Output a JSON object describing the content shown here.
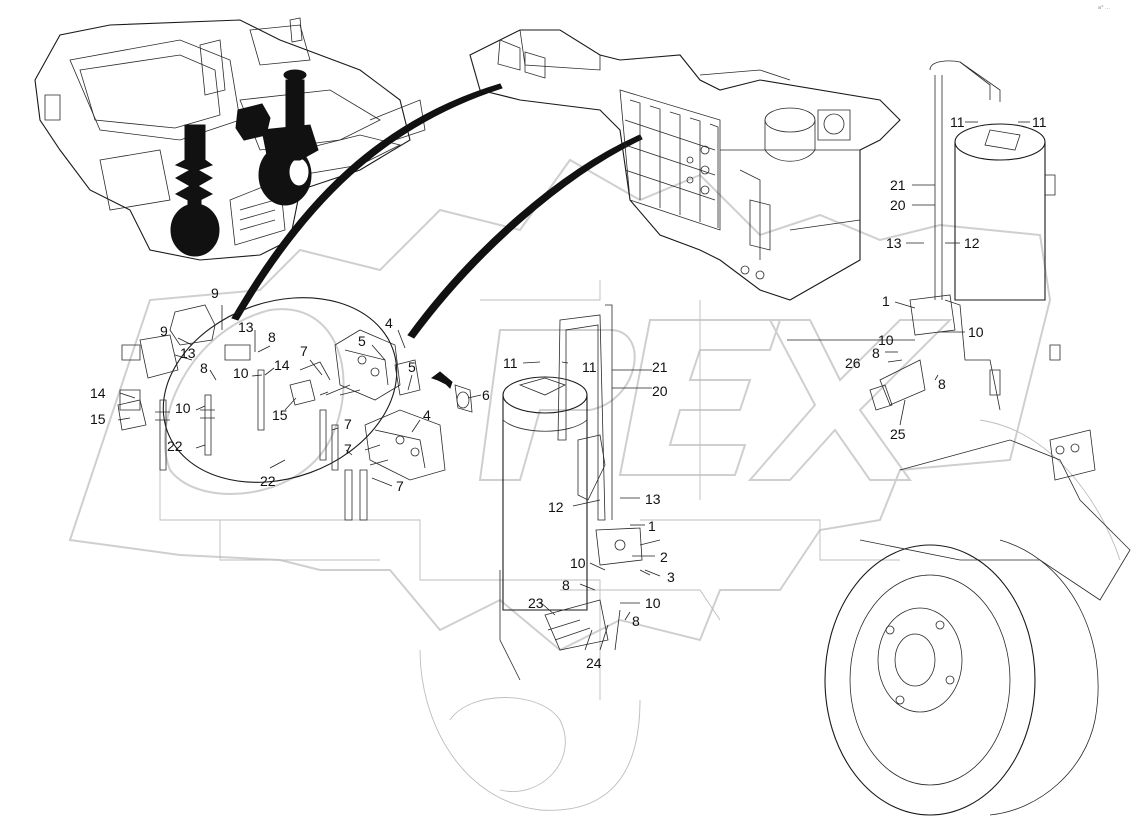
{
  "diagram": {
    "corner_mark": "a° ...",
    "watermark_text": "OPEX",
    "callouts": [
      {
        "id": "c9a",
        "text": "9"
      },
      {
        "id": "c9b",
        "text": "9"
      },
      {
        "id": "c13a",
        "text": "13"
      },
      {
        "id": "c13b",
        "text": "13"
      },
      {
        "id": "c8a",
        "text": "8"
      },
      {
        "id": "c8b",
        "text": "8"
      },
      {
        "id": "c14a",
        "text": "14"
      },
      {
        "id": "c14b",
        "text": "14"
      },
      {
        "id": "c10a",
        "text": "10"
      },
      {
        "id": "c10b",
        "text": "10"
      },
      {
        "id": "c15a",
        "text": "15"
      },
      {
        "id": "c15b",
        "text": "15"
      },
      {
        "id": "c22a",
        "text": "22"
      },
      {
        "id": "c22b",
        "text": "22"
      },
      {
        "id": "c7a",
        "text": "7"
      },
      {
        "id": "c7b",
        "text": "7"
      },
      {
        "id": "c7c",
        "text": "7"
      },
      {
        "id": "c7d",
        "text": "7"
      },
      {
        "id": "c5a",
        "text": "5"
      },
      {
        "id": "c5b",
        "text": "5"
      },
      {
        "id": "c4a",
        "text": "4"
      },
      {
        "id": "c4b",
        "text": "4"
      },
      {
        "id": "c6",
        "text": "6"
      },
      {
        "id": "c11a",
        "text": "11"
      },
      {
        "id": "c11b",
        "text": "11"
      },
      {
        "id": "c21a",
        "text": "21"
      },
      {
        "id": "c20a",
        "text": "20"
      },
      {
        "id": "c12a",
        "text": "12"
      },
      {
        "id": "c13c",
        "text": "13"
      },
      {
        "id": "c1a",
        "text": "1"
      },
      {
        "id": "c2",
        "text": "2"
      },
      {
        "id": "c3",
        "text": "3"
      },
      {
        "id": "c10c",
        "text": "10"
      },
      {
        "id": "c8c",
        "text": "8"
      },
      {
        "id": "c10d",
        "text": "10"
      },
      {
        "id": "c8d",
        "text": "8"
      },
      {
        "id": "c23",
        "text": "23"
      },
      {
        "id": "c24",
        "text": "24"
      },
      {
        "id": "c11c",
        "text": "11"
      },
      {
        "id": "c11d",
        "text": "11"
      },
      {
        "id": "c21b",
        "text": "21"
      },
      {
        "id": "c20b",
        "text": "20"
      },
      {
        "id": "c13d",
        "text": "13"
      },
      {
        "id": "c12b",
        "text": "12"
      },
      {
        "id": "c1b",
        "text": "1"
      },
      {
        "id": "c10e",
        "text": "10"
      },
      {
        "id": "c10f",
        "text": "10"
      },
      {
        "id": "c26",
        "text": "26"
      },
      {
        "id": "c8e",
        "text": "8"
      },
      {
        "id": "c8f",
        "text": "8"
      },
      {
        "id": "c25",
        "text": "25"
      }
    ]
  }
}
